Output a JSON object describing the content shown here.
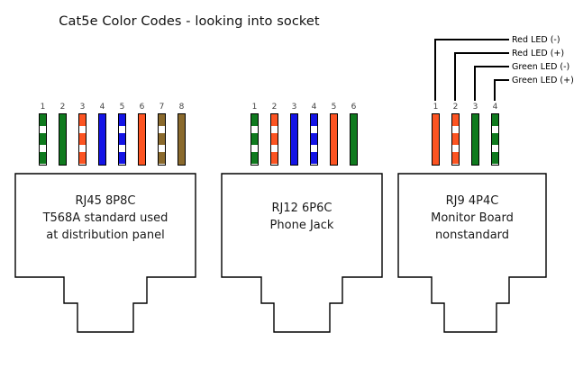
{
  "title": "Cat5e Color Codes - looking into socket",
  "colors": {
    "green": "#0f7a1e",
    "orange": "#fc5422",
    "blue": "#1414e6",
    "brown": "#8a6a2d",
    "white": "#ffffff",
    "outline": "#000000",
    "text": "#1a1a1a",
    "pin_number": "#444444"
  },
  "connectors": [
    {
      "id": "rj45",
      "name": "RJ45 8P8C",
      "label_lines": [
        "RJ45 8P8C",
        "T568A standard used",
        "at distribution panel"
      ],
      "pin_count": 8,
      "pins": [
        {
          "number": "1",
          "color": "green",
          "style": "striped",
          "description": "white/green"
        },
        {
          "number": "2",
          "color": "green",
          "style": "solid",
          "description": "green"
        },
        {
          "number": "3",
          "color": "orange",
          "style": "striped",
          "description": "white/orange"
        },
        {
          "number": "4",
          "color": "blue",
          "style": "solid",
          "description": "blue"
        },
        {
          "number": "5",
          "color": "blue",
          "style": "striped",
          "description": "white/blue"
        },
        {
          "number": "6",
          "color": "orange",
          "style": "solid",
          "description": "orange"
        },
        {
          "number": "7",
          "color": "brown",
          "style": "striped",
          "description": "white/brown"
        },
        {
          "number": "8",
          "color": "brown",
          "style": "solid",
          "description": "brown"
        }
      ]
    },
    {
      "id": "rj12",
      "name": "RJ12 6P6C",
      "label_lines": [
        "RJ12 6P6C",
        "Phone Jack"
      ],
      "pin_count": 6,
      "pins": [
        {
          "number": "1",
          "color": "green",
          "style": "striped",
          "description": "white/green"
        },
        {
          "number": "2",
          "color": "orange",
          "style": "striped",
          "description": "white/orange"
        },
        {
          "number": "3",
          "color": "blue",
          "style": "solid",
          "description": "blue"
        },
        {
          "number": "4",
          "color": "blue",
          "style": "striped",
          "description": "white/blue"
        },
        {
          "number": "5",
          "color": "orange",
          "style": "solid",
          "description": "orange"
        },
        {
          "number": "6",
          "color": "green",
          "style": "solid",
          "description": "green"
        }
      ]
    },
    {
      "id": "rj9",
      "name": "RJ9 4P4C",
      "label_lines": [
        "RJ9 4P4C",
        "Monitor Board",
        "nonstandard"
      ],
      "pin_count": 4,
      "pins": [
        {
          "number": "1",
          "color": "orange",
          "style": "solid",
          "description": "orange"
        },
        {
          "number": "2",
          "color": "orange",
          "style": "striped",
          "description": "white/orange"
        },
        {
          "number": "3",
          "color": "green",
          "style": "solid",
          "description": "green"
        },
        {
          "number": "4",
          "color": "green",
          "style": "striped",
          "description": "white/green"
        }
      ]
    }
  ],
  "led_callouts": [
    {
      "pin": "1",
      "label": "Red LED (-)"
    },
    {
      "pin": "2",
      "label": "Red LED (+)"
    },
    {
      "pin": "3",
      "label": "Green LED (-)"
    },
    {
      "pin": "4",
      "label": "Green LED (+)"
    }
  ]
}
